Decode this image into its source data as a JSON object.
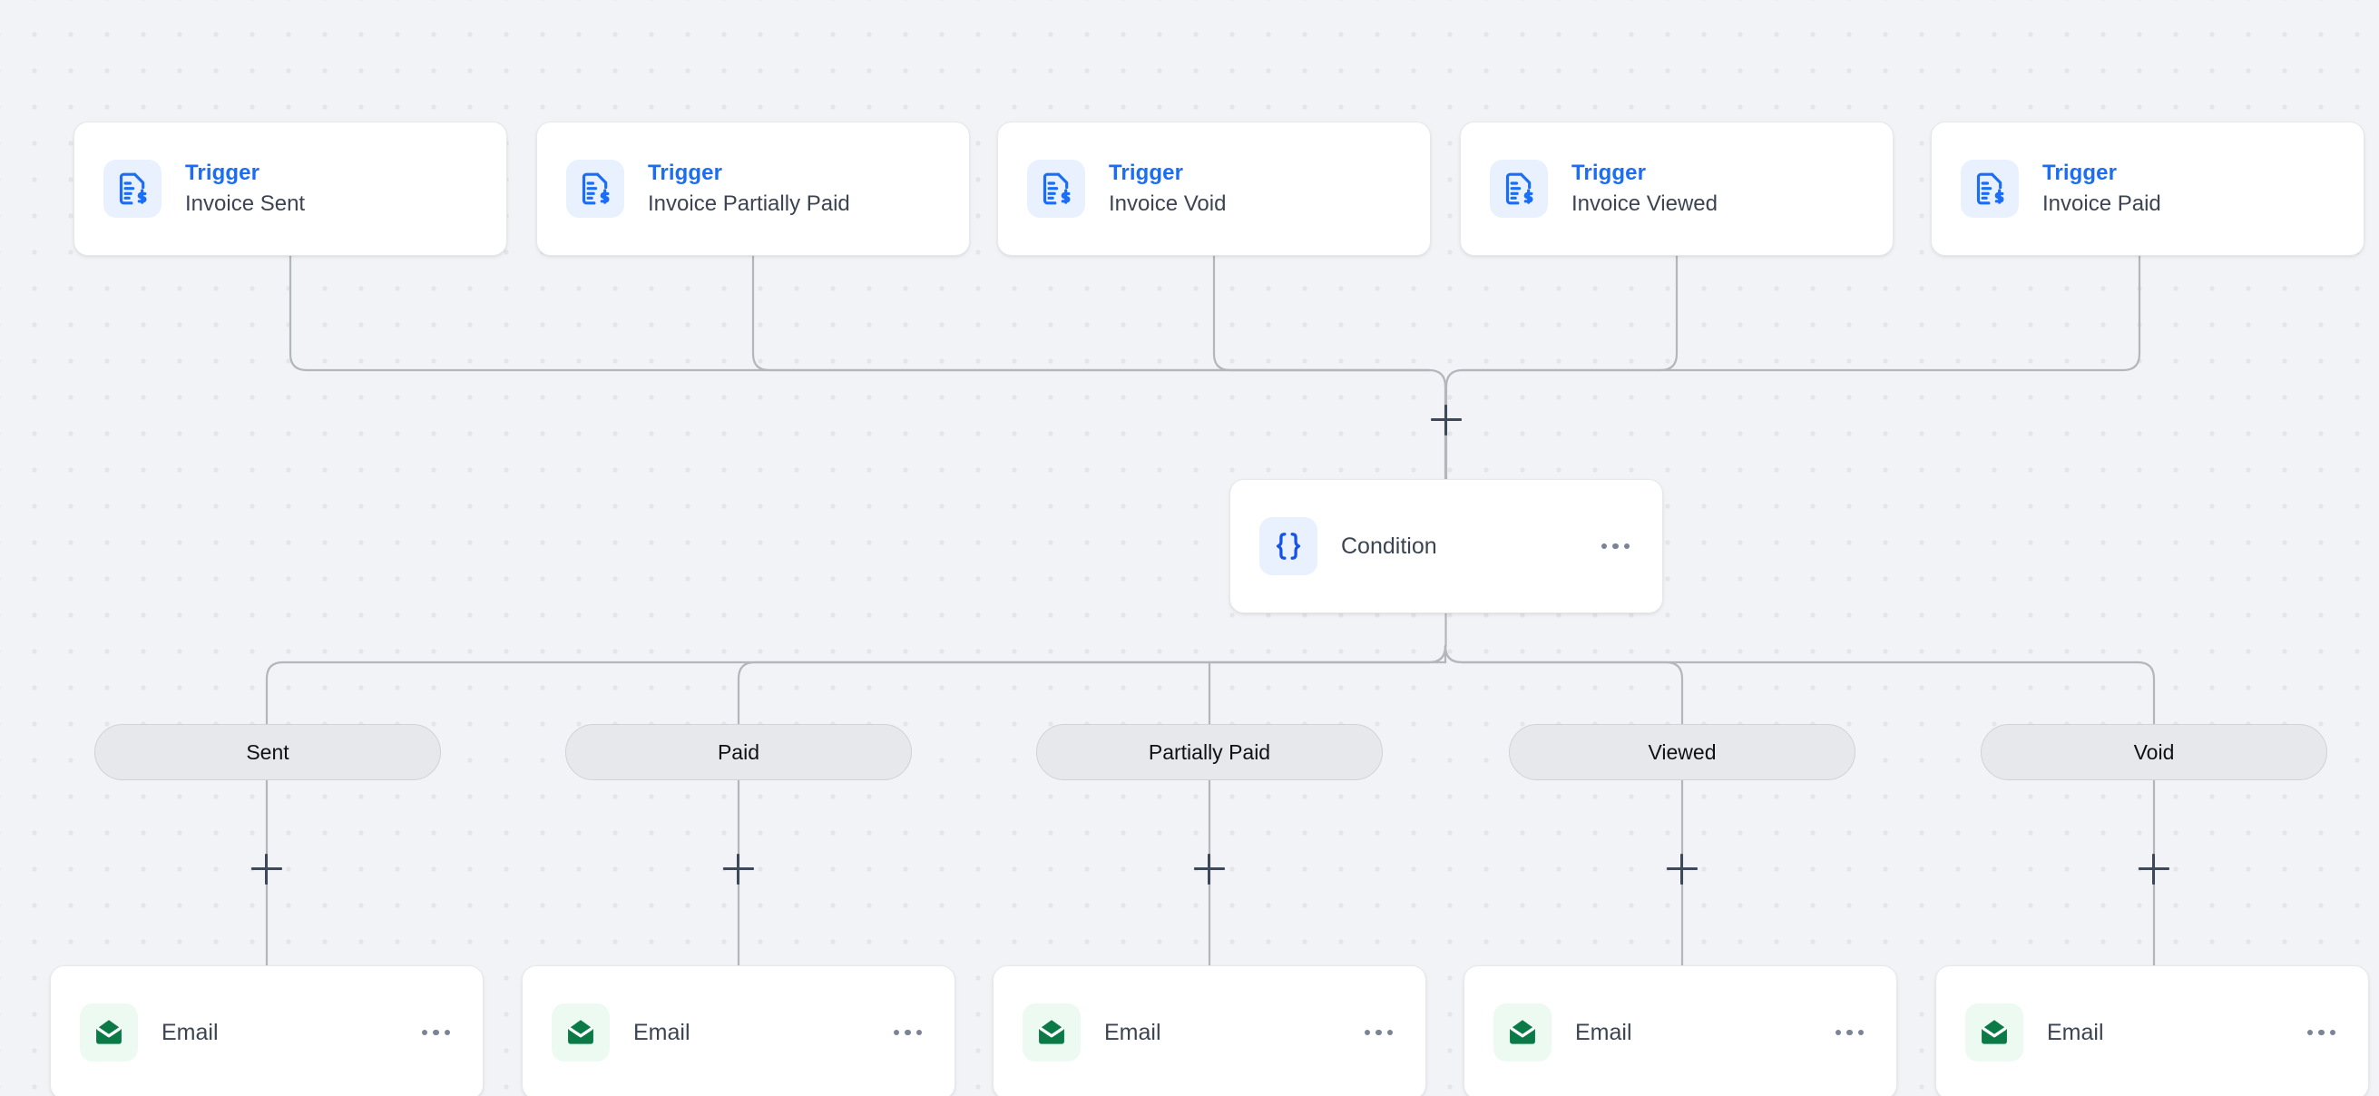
{
  "canvas": {
    "background_color": "#f1f3f6",
    "dot_color": "#e3e5e7",
    "connector_color": "#b3b6ba"
  },
  "colors": {
    "accent_blue": "#1b6ef3",
    "icon_blue_bg": "#eaf1fe",
    "icon_green": "#0b7a46",
    "icon_green_bg": "#ecfaf1",
    "text_dark": "#3c4452",
    "pill_bg": "#e7e8eb",
    "pill_border": "#cfd2d7",
    "card_bg": "#ffffff",
    "card_border": "#e6e8ec"
  },
  "triggers": [
    {
      "kind": "Trigger",
      "name": "Invoice Sent",
      "icon": "invoice-dollar-icon"
    },
    {
      "kind": "Trigger",
      "name": "Invoice Partially Paid",
      "icon": "invoice-dollar-icon"
    },
    {
      "kind": "Trigger",
      "name": "Invoice Void",
      "icon": "invoice-dollar-icon"
    },
    {
      "kind": "Trigger",
      "name": "Invoice Viewed",
      "icon": "invoice-dollar-icon"
    },
    {
      "kind": "Trigger",
      "name": "Invoice Paid",
      "icon": "invoice-dollar-icon"
    }
  ],
  "condition": {
    "label": "Condition",
    "icon": "curly-braces-icon",
    "menu": "more-options"
  },
  "branches": [
    {
      "label": "Sent"
    },
    {
      "label": "Paid"
    },
    {
      "label": "Partially Paid"
    },
    {
      "label": "Viewed"
    },
    {
      "label": "Void"
    }
  ],
  "actions": [
    {
      "label": "Email",
      "icon": "envelope-icon",
      "menu": "more-options"
    },
    {
      "label": "Email",
      "icon": "envelope-icon",
      "menu": "more-options"
    },
    {
      "label": "Email",
      "icon": "envelope-icon",
      "menu": "more-options"
    },
    {
      "label": "Email",
      "icon": "envelope-icon",
      "menu": "more-options"
    },
    {
      "label": "Email",
      "icon": "envelope-icon",
      "menu": "more-options"
    }
  ],
  "add_buttons": {
    "label": "+",
    "count": 6
  }
}
